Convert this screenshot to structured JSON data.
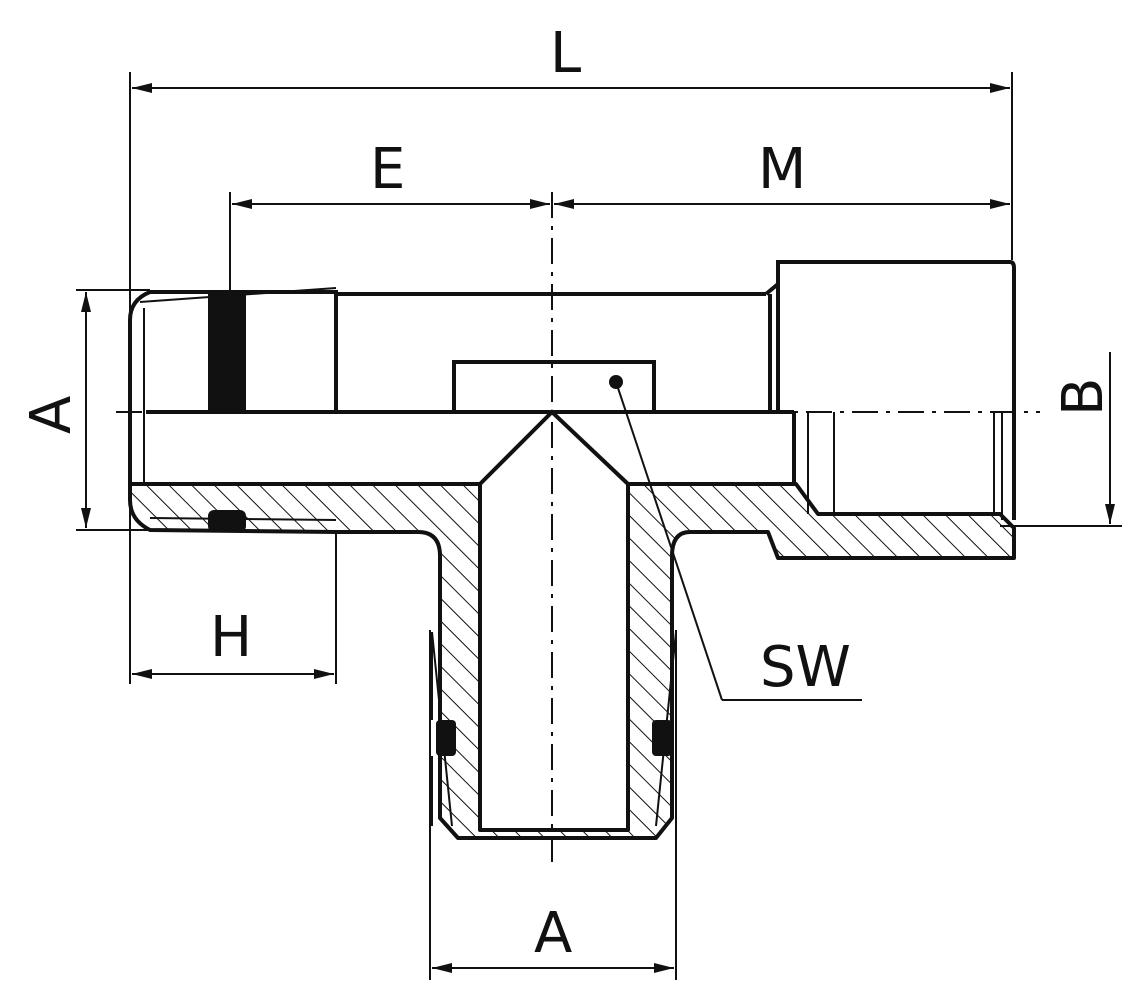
{
  "labels": {
    "L": "L",
    "E": "E",
    "M": "M",
    "A_left": "A",
    "B": "B",
    "H": "H",
    "SW": "SW",
    "A_bottom": "A"
  },
  "colors": {
    "line": "#111111",
    "background": "#ffffff"
  }
}
